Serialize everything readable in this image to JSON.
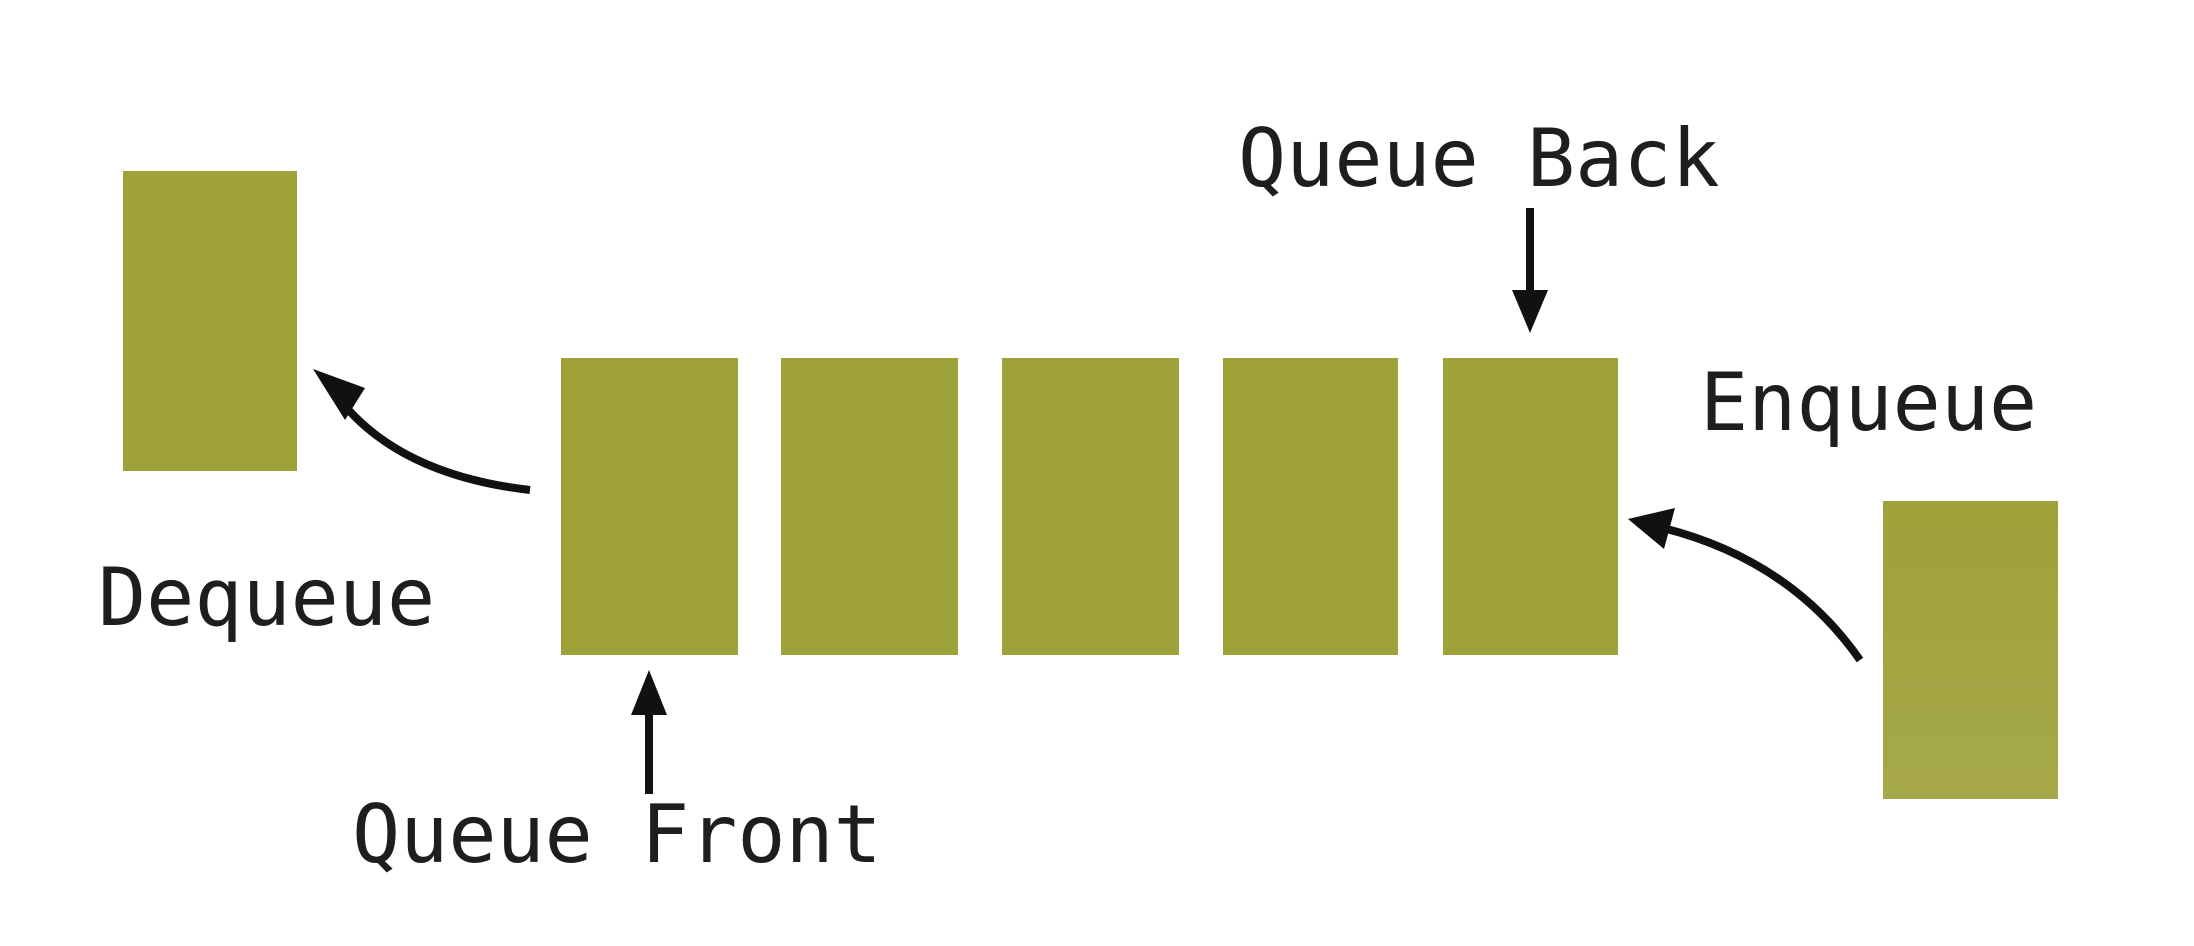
{
  "diagram": {
    "labels": {
      "queue_back": "Queue Back",
      "enqueue": "Enqueue",
      "dequeue": "Dequeue",
      "queue_front": "Queue Front"
    },
    "colors": {
      "block": "#9fa139",
      "text": "#1e1e1e",
      "arrow": "#111111"
    },
    "queue_element_count": 5
  }
}
